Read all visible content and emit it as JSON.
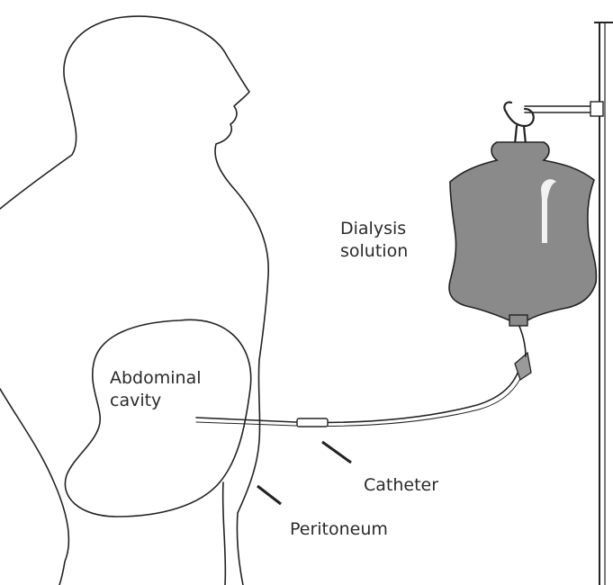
{
  "labels": {
    "dialysis_line1": "Dialysis",
    "dialysis_line2": "solution",
    "abdominal_line1": "Abdominal",
    "abdominal_line2": "cavity",
    "catheter": "Catheter",
    "peritoneum": "Peritoneum"
  },
  "colors": {
    "line": "#222222",
    "bag_fill": "#8a8a8a",
    "bag_highlight": "#f2f2f2",
    "background": "#ffffff"
  }
}
